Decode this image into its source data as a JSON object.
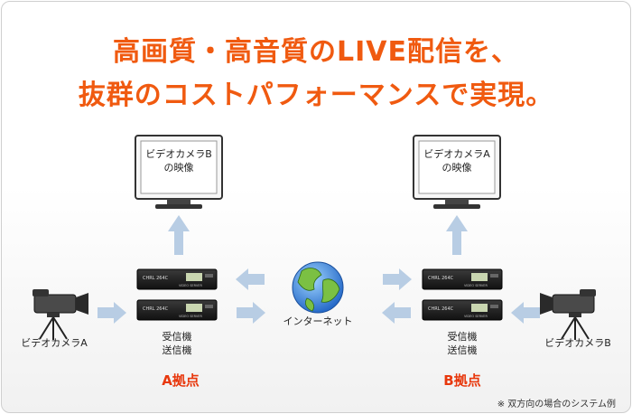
{
  "headline": {
    "line1": "高画質・高音質のLIVE配信を、",
    "line2": "抜群のコストパフォーマンスで実現。"
  },
  "monitors": [
    {
      "line1": "ビデオカメラB",
      "line2": "の映像"
    },
    {
      "line1": "ビデオカメラA",
      "line2": "の映像"
    }
  ],
  "device_label": "CHRL 264C",
  "device_sublabel": "VIDEO SERVER",
  "cameras": {
    "left": "ビデオカメラA",
    "right": "ビデオカメラB"
  },
  "transceivers": {
    "line1": "受信機",
    "line2": "送信機"
  },
  "internet_label": "インターネット",
  "sites": {
    "a": "A拠点",
    "b": "B拠点"
  },
  "footnote": "※ 双方向の場合のシステム例",
  "colors": {
    "headline": "#f05a10",
    "site": "#e8380d",
    "arrow": "#b8cde4"
  }
}
